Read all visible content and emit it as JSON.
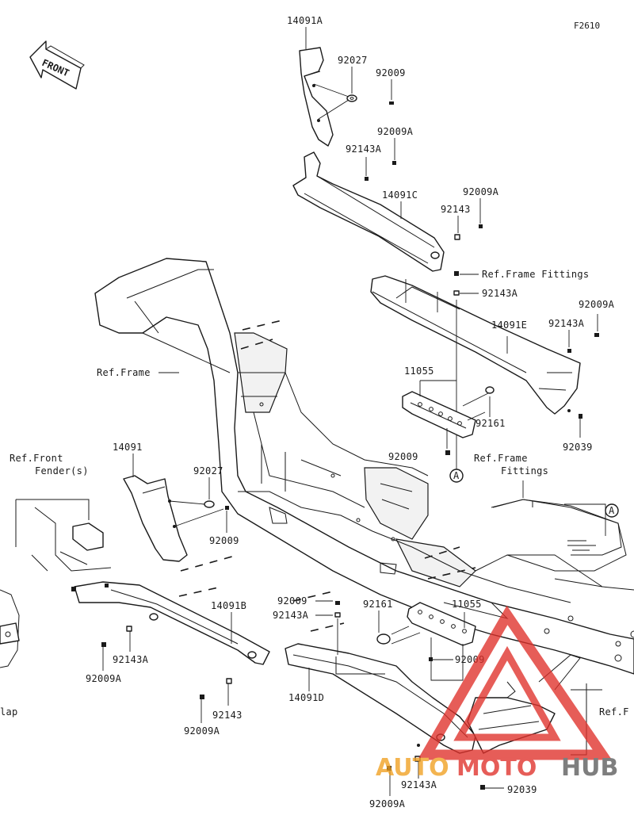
{
  "figure_id": "F2610",
  "front_label": "FRONT",
  "refs": {
    "frame": "Ref.Frame",
    "frame_fittings_1": "Ref.Frame Fittings",
    "frame_fittings_2a": "Ref.Frame",
    "frame_fittings_2b": "Fittings",
    "front_fender_a": "Ref.Front",
    "front_fender_b": "Fender(s)",
    "cut_left": "lap",
    "cut_right": "Ref.F"
  },
  "markers": {
    "a1": "A",
    "a2": "A"
  },
  "parts": {
    "p14091A": "14091A",
    "p92027_top": "92027",
    "p92009_top": "92009",
    "p92009A_1": "92009A",
    "p92143A_1": "92143A",
    "p14091C": "14091C",
    "p92009A_2": "92009A",
    "p92143_1": "92143",
    "p92143A_2": "92143A",
    "p92009A_3": "92009A",
    "p92143A_3": "92143A",
    "p14091E": "14091E",
    "p11055_top": "11055",
    "p92161_top": "92161",
    "p92039_top": "92039",
    "p92009_mid": "92009",
    "p14091": "14091",
    "p92027_left": "92027",
    "p92009_left": "92009",
    "p14091B": "14091B",
    "p92143A_4": "92143A",
    "p92009A_4": "92009A",
    "p92143_2": "92143",
    "p92009A_5": "92009A",
    "p92009_low": "92009",
    "p92143A_5": "92143A",
    "p92161_low": "92161",
    "p11055_low": "11055",
    "p92009_low2": "92009",
    "p14091D": "14091D",
    "p92143A_6": "92143A",
    "p92009A_6": "92009A",
    "p92039_low": "92039"
  },
  "watermark": {
    "brand_a": "AUTO",
    "brand_b": "MOTO",
    "brand_c": "HUB",
    "color_red": "#e0302a",
    "color_orange": "#f0a020",
    "color_gray": "#5a5a5a"
  }
}
